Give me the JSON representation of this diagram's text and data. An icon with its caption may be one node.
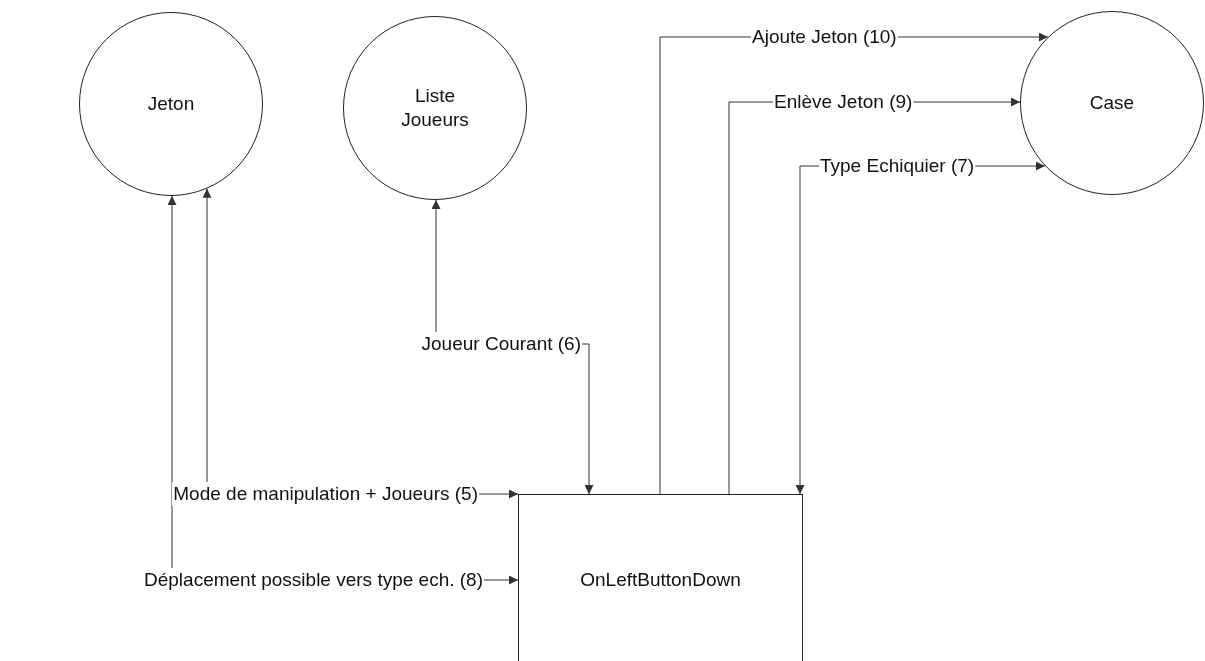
{
  "diagram": {
    "nodes": [
      {
        "text": [
          "Jeton"
        ]
      },
      {
        "text": [
          "Liste Joueurs"
        ]
      },
      {
        "text": [
          "Case"
        ]
      },
      {
        "text": [
          "OnLeftButtonDown"
        ]
      },
      {
        "text": [
          "Joueur Courant (6)"
        ]
      },
      {
        "text": [
          "Mode de manipulation + Joueurs (5)"
        ]
      },
      {
        "text": [
          "Déplacement possible vers type ech. (8)"
        ]
      },
      {
        "text": [
          "Ajoute Jeton (10)"
        ]
      },
      {
        "text": [
          "Enlève Jeton (9)"
        ]
      },
      {
        "text": [
          "Type Echiquier (7)"
        ]
      }
    ],
    "edges": [
      {
        "from": 4,
        "to": 1,
        "arrow": "to"
      },
      {
        "from": 4,
        "to": 3,
        "arrow": "to"
      },
      {
        "from": 5,
        "to": 0,
        "arrow": "to"
      },
      {
        "from": 5,
        "to": 3,
        "arrow": "to"
      },
      {
        "from": 6,
        "to": 0,
        "arrow": "to"
      },
      {
        "from": 6,
        "to": 3,
        "arrow": "to"
      },
      {
        "from": 3,
        "to": 7,
        "arrow": "none"
      },
      {
        "from": 7,
        "to": 2,
        "arrow": "to"
      },
      {
        "from": 3,
        "to": 8,
        "arrow": "none"
      },
      {
        "from": 8,
        "to": 2,
        "arrow": "to"
      },
      {
        "from": 9,
        "to": 3,
        "arrow": "to"
      },
      {
        "from": 9,
        "to": 2,
        "arrow": "to"
      }
    ]
  }
}
